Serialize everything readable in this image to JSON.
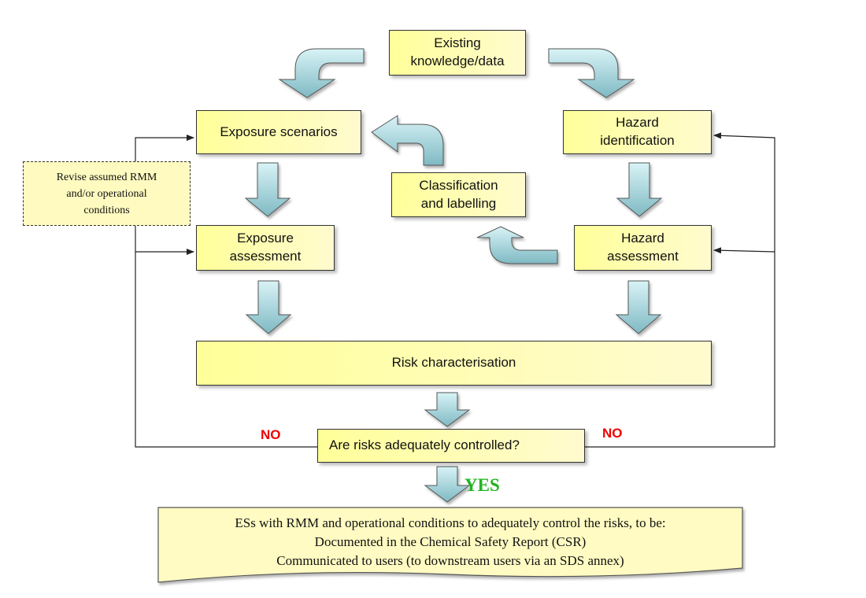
{
  "nodes": {
    "existing_knowledge": "Existing\nknowledge/data",
    "exposure_scenarios": "Exposure scenarios",
    "hazard_identification": "Hazard\nidentification",
    "classification_labelling": "Classification\nand labelling",
    "exposure_assessment": "Exposure\nassessment",
    "hazard_assessment": "Hazard\nassessment",
    "risk_characterisation": "Risk characterisation",
    "risks_controlled_question": "Are risks adequately controlled?",
    "revise_rmm": "Revise assumed RMM\nand/or operational\nconditions"
  },
  "labels": {
    "no_left": "NO",
    "no_right": "NO",
    "yes": "YES"
  },
  "output": {
    "lines": [
      "ESs with RMM and operational conditions to adequately control the risks, to be:",
      "Documented in the Chemical Safety Report (CSR)",
      "Communicated to users (to downstream users via an SDS annex)"
    ]
  },
  "colors": {
    "box_fill": "#ffff99",
    "arrow_fill": "#a6dce4",
    "no_label": "#ee0000",
    "yes_label": "#22b422"
  }
}
